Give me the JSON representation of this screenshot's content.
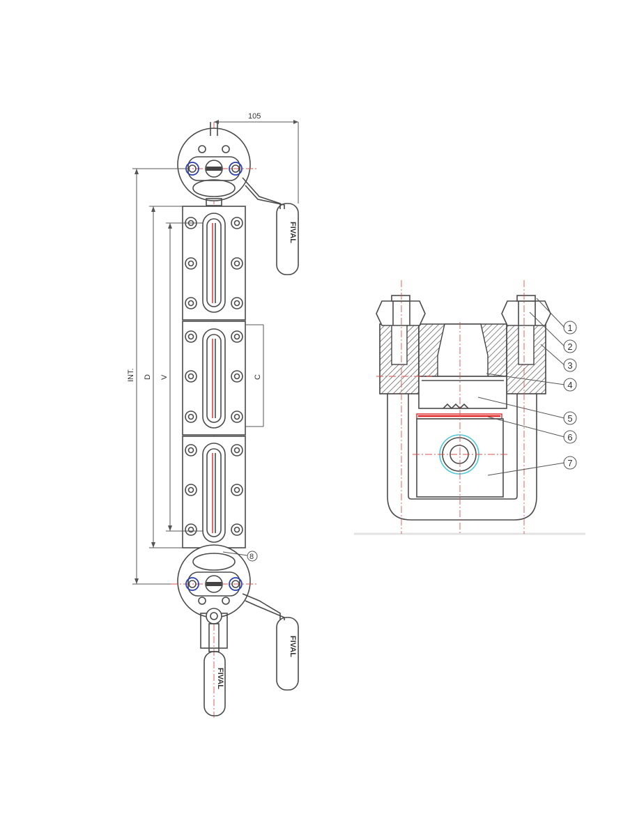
{
  "gauge": {
    "dim_top_width": "105",
    "dim_int": "INT.",
    "dim_d": "D",
    "dim_v": "V",
    "dim_c": "C",
    "callout_8": "8",
    "brand_top": "FIVAL",
    "brand_bottom": "FIVAL",
    "brand_drain": "FIVAL"
  },
  "section": {
    "callouts": [
      {
        "label": "1"
      },
      {
        "label": "2"
      },
      {
        "label": "3"
      },
      {
        "label": "4"
      },
      {
        "label": "5"
      },
      {
        "label": "6"
      },
      {
        "label": "7"
      }
    ]
  },
  "colors": {
    "centerline": "#d9534f",
    "gasket": "#e02424",
    "bolt_highlight": "#2a3fb0",
    "bore_highlight": "#4fc7d9"
  }
}
